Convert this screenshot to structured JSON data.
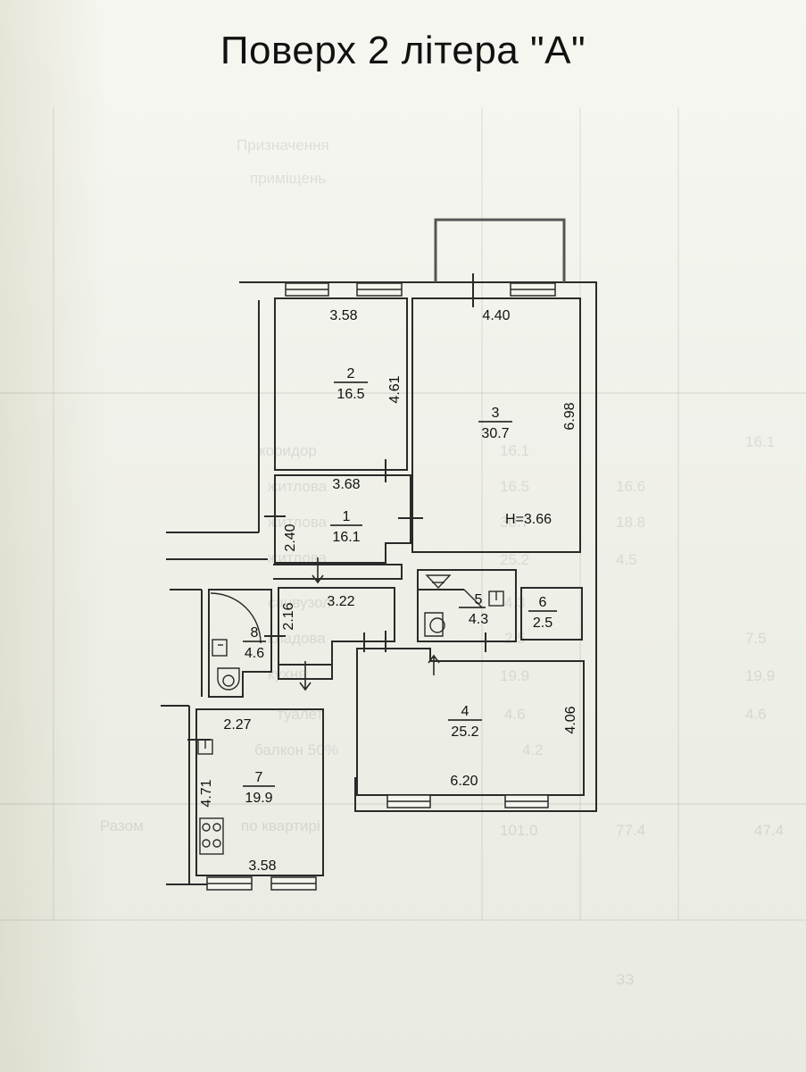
{
  "title": "Поверх 2 літера \"А\"",
  "ceiling_height": "H=3.66",
  "rooms": [
    {
      "number": "1",
      "area": "16.1"
    },
    {
      "number": "2",
      "area": "16.5"
    },
    {
      "number": "3",
      "area": "30.7"
    },
    {
      "number": "4",
      "area": "25.2"
    },
    {
      "number": "5",
      "area": "4.3"
    },
    {
      "number": "6",
      "area": "2.5"
    },
    {
      "number": "7",
      "area": "19.9"
    },
    {
      "number": "8",
      "area": "4.6"
    }
  ],
  "dimensions": {
    "room2_width": "3.58",
    "room2_depth": "4.61",
    "room3_width": "4.40",
    "room3_depth": "6.98",
    "room1_width": "3.68",
    "room1_depth": "2.40",
    "hall_width": "3.22",
    "hall_depth": "2.16",
    "room4_width": "6.20",
    "room4_depth": "4.06",
    "room7_width_top": "2.27",
    "room7_depth": "4.71",
    "room7_width_bottom": "3.58"
  },
  "bleed_through_text": [
    "Призначення",
    "приміщень",
    "коридор",
    "житлова",
    "житлова",
    "житлова",
    "санвузол",
    "кладова",
    "кухня",
    "туалет",
    "балкон 50%",
    "16.1",
    "16.5",
    "30.7",
    "25.2",
    "4.3",
    "2.5",
    "19.9",
    "4.6",
    "4.2",
    "16.1",
    "7.5",
    "19.9",
    "4.6",
    "18.8",
    "16.6",
    "4.5",
    "Разом",
    "по квартирі",
    "101.0",
    "77.4",
    "47.4",
    "ЗЗ"
  ]
}
